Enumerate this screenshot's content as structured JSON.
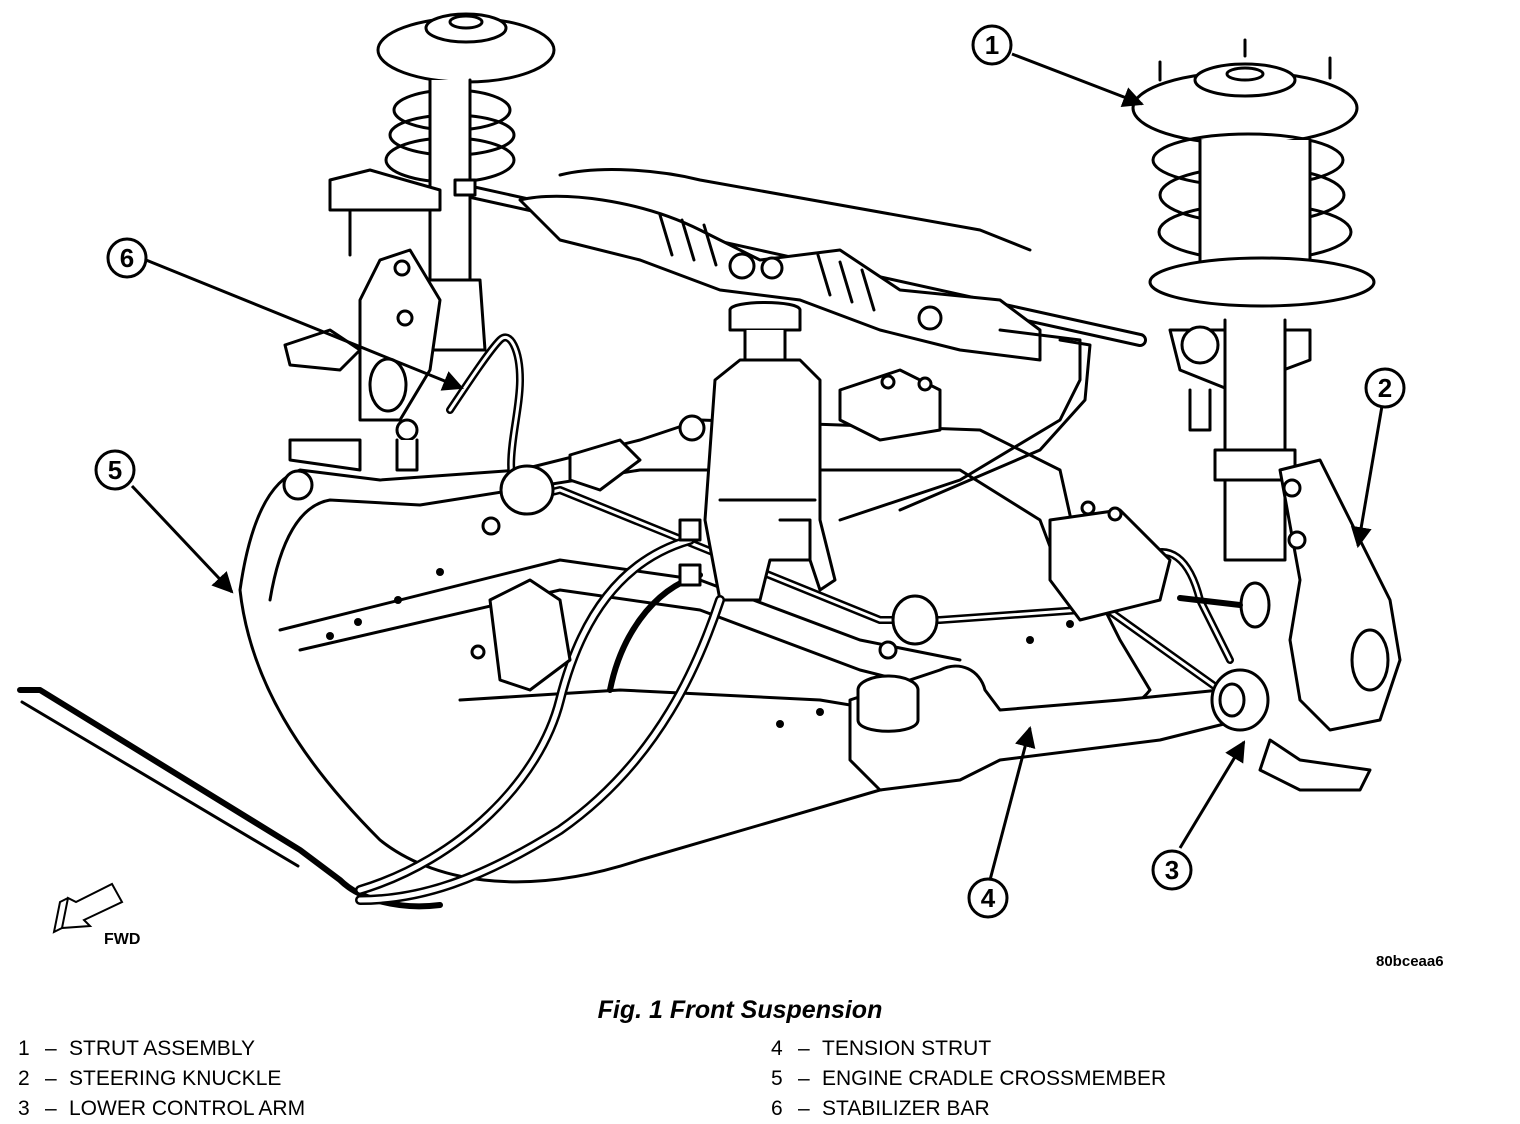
{
  "figure": {
    "caption": "Fig. 1 Front Suspension",
    "image_code": "80bceaa6",
    "direction_label": "FWD"
  },
  "callouts": [
    "1",
    "2",
    "3",
    "4",
    "5",
    "6"
  ],
  "legend": [
    {
      "num": "1",
      "dash": "–",
      "label": "STRUT ASSEMBLY"
    },
    {
      "num": "2",
      "dash": "–",
      "label": "STEERING KNUCKLE"
    },
    {
      "num": "3",
      "dash": "–",
      "label": "LOWER CONTROL ARM"
    },
    {
      "num": "4",
      "dash": "–",
      "label": "TENSION STRUT"
    },
    {
      "num": "5",
      "dash": "–",
      "label": "ENGINE CRADLE CROSSMEMBER"
    },
    {
      "num": "6",
      "dash": "–",
      "label": "STABILIZER BAR"
    }
  ]
}
